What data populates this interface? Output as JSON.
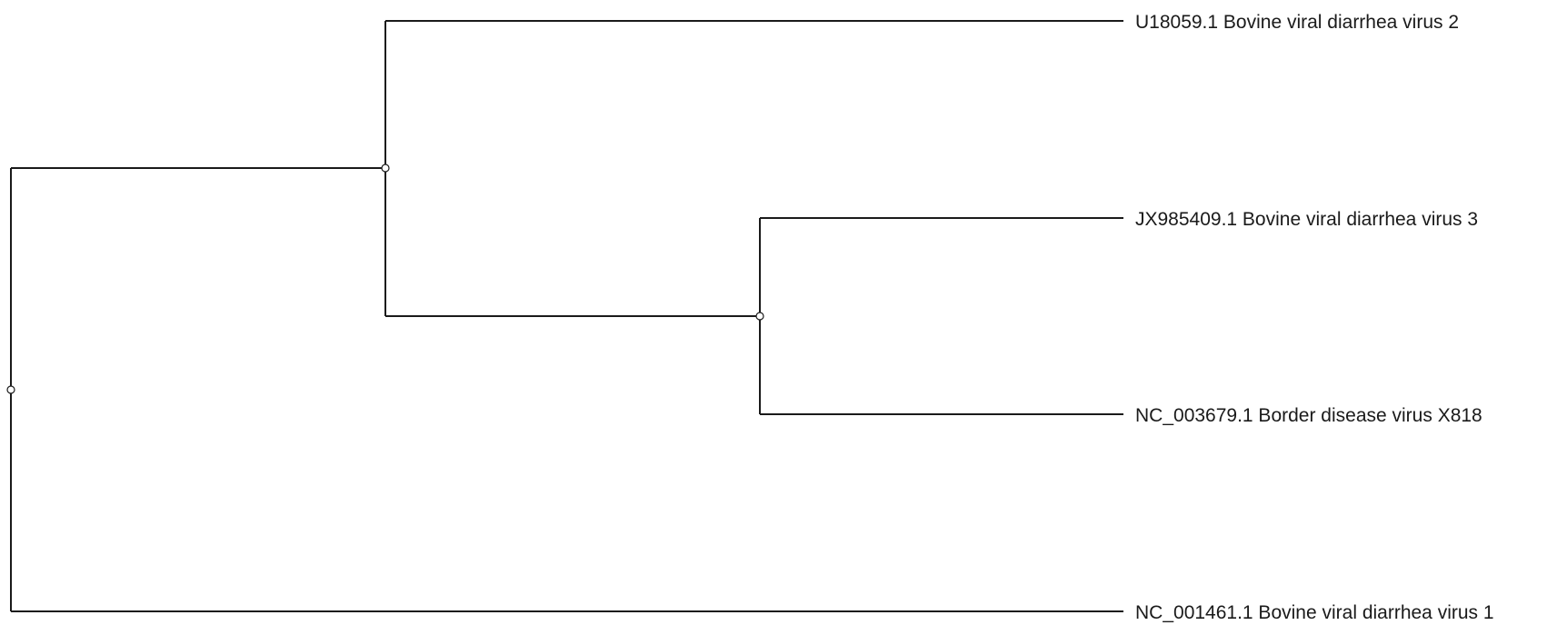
{
  "tree": {
    "root": {
      "id": "root",
      "children": [
        {
          "id": "n1",
          "children": [
            {
              "id": "leaf-u18059",
              "label": "U18059.1 Bovine viral diarrhea virus 2"
            },
            {
              "id": "n2",
              "children": [
                {
                  "id": "leaf-jx985409",
                  "label": "JX985409.1 Bovine viral diarrhea virus 3"
                },
                {
                  "id": "leaf-nc003679",
                  "label": "NC_003679.1 Border disease virus X818"
                }
              ]
            }
          ]
        },
        {
          "id": "leaf-nc001461",
          "label": "NC_001461.1 Bovine viral diarrhea virus 1"
        }
      ]
    }
  },
  "colors": {
    "line": "#1a1a1a",
    "background": "#ffffff",
    "node_fill": "#ffffff"
  }
}
